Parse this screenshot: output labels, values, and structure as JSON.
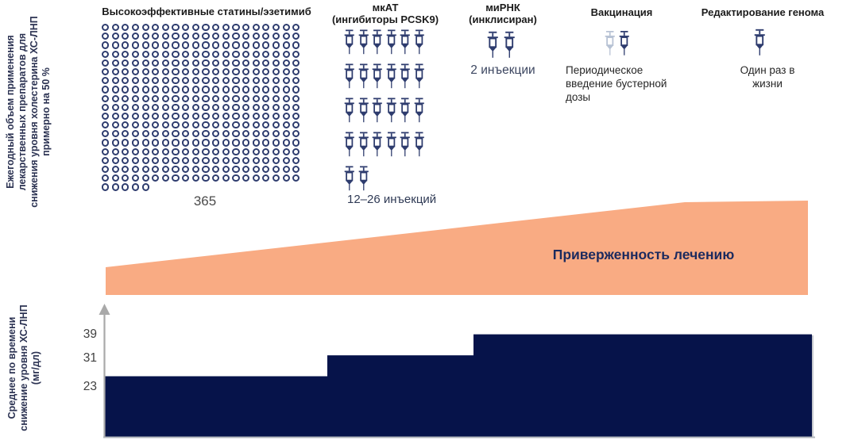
{
  "colors": {
    "navy_fill": "#06134a",
    "icon_navy": "#2e3c6e",
    "icon_light": "#b7c2d4",
    "orange": "#f9ab83",
    "axis_gray": "#a9a9a9",
    "baseline_gray": "#b3b7bd",
    "adherence_text": "#1c2a5e"
  },
  "left_axis_top": {
    "label": "Ежегодный объем применения лекарственных препаратов для снижения уровня холестерина ХС-ЛНП примерно на 50 %"
  },
  "therapy_columns": [
    {
      "header": "Высокоэффективные статины/эзетимиб",
      "icon": "pill-icon",
      "icon_count": 365,
      "count_label": "365"
    },
    {
      "header_line1": "мкАТ",
      "header_line2": "(ингибиторы PCSK9)",
      "icon": "syringe-icon",
      "icon_count": 26,
      "icon_rows": [
        6,
        6,
        6,
        6,
        2
      ],
      "count_label": "12–26 инъекций"
    },
    {
      "header_line1": "миРНК",
      "header_line2": "(инклисиран)",
      "icon": "syringe-icon",
      "icon_count": 2,
      "count_label": "2 инъекции"
    },
    {
      "header": "Вакцинация",
      "icon": "syringe-icon",
      "icon_count": 2,
      "icon_variants": [
        "light",
        "dark"
      ],
      "count_label": "Периодическое введение бустерной дозы"
    },
    {
      "header": "Редактирование генома",
      "icon": "syringe-icon",
      "icon_count": 1,
      "count_label": "Один раз в жизни"
    }
  ],
  "adherence_band": {
    "label": "Приверженность лечению",
    "direction": "increasing-left-to-right"
  },
  "chart_data": {
    "type": "area",
    "subtype": "step",
    "title": "",
    "ylabel": "Среднее по времени снижение уровня ХС-ЛНП (мг/дл)",
    "yticks": [
      39,
      31,
      23
    ],
    "ylim": [
      0,
      48
    ],
    "categories": [
      "Высокоэффективные статины/эзетимиб",
      "мкАТ (ингибиторы PCSK9)",
      "миРНК (инклисиран) / Вакцинация / Редактирование генома"
    ],
    "values": [
      23,
      31,
      39
    ],
    "grid": false,
    "legend": false,
    "annotations": {
      "adherence_label": "Приверженность лечению",
      "statin_pills_per_year": 365,
      "mkat_injections_label": "12–26 инъекций",
      "mirna_injections_label": "2 инъекции",
      "vaccination_label": "Периодическое введение бустерной дозы",
      "genome_editing_label": "Один раз в жизни"
    }
  }
}
